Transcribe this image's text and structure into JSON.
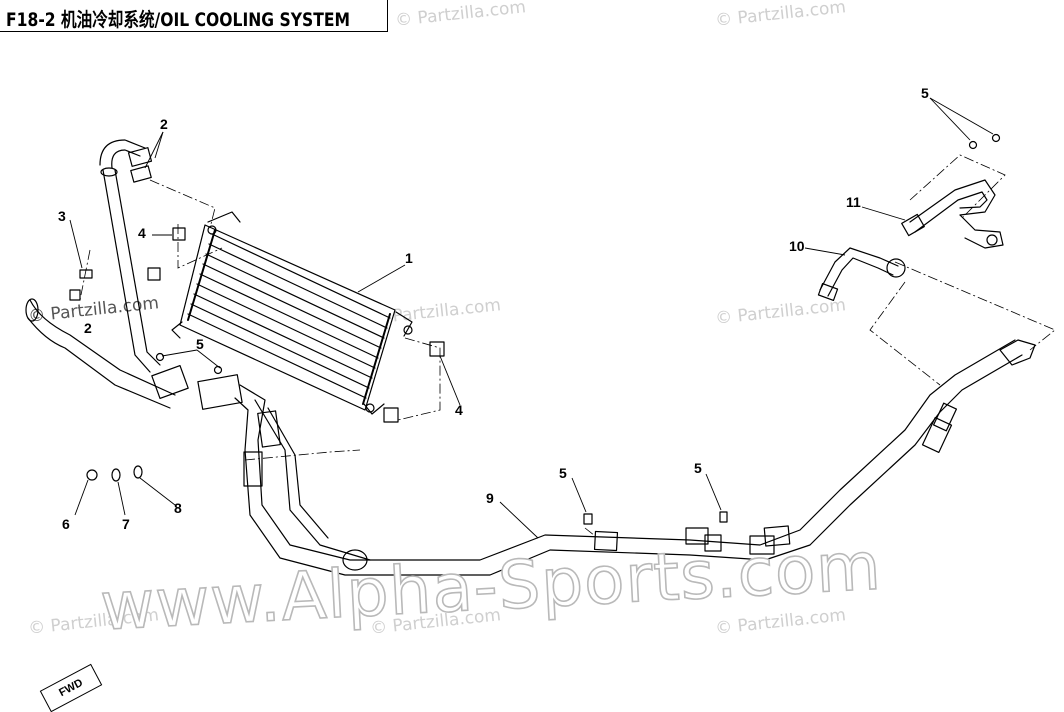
{
  "title": "F18-2 机油冷却系统/OIL COOLING SYSTEM",
  "watermark_small": "© Partzilla.com",
  "watermark_big": "www.Alpha-Sports.com",
  "fwd_label": "FWD",
  "callouts": {
    "c1": "1",
    "c2a": "2",
    "c2b": "2",
    "c3": "3",
    "c4a": "4",
    "c4b": "4",
    "c5a": "5",
    "c5b": "5",
    "c5c": "5",
    "c5d": "5",
    "c6": "6",
    "c7": "7",
    "c8": "8",
    "c9": "9",
    "c10": "10",
    "c11": "11"
  }
}
